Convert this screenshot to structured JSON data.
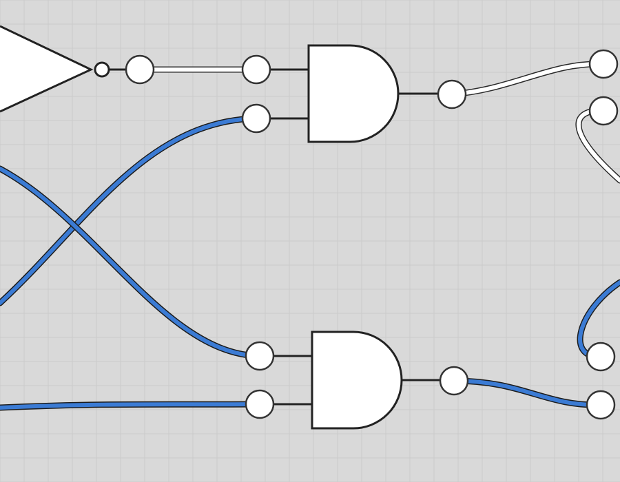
{
  "canvas": {
    "background": "#d9d9d9",
    "grid_color": "#cbcbcb"
  },
  "colors": {
    "wire_on": "#3b7bd4",
    "wire_off": "#ffffff",
    "outline": "#222222",
    "component_fill": "#ffffff"
  },
  "components": [
    {
      "id": "not-gate-1",
      "kind": "NOT",
      "label": ""
    },
    {
      "id": "and-gate-1",
      "kind": "AND",
      "label": ""
    },
    {
      "id": "and-gate-2",
      "kind": "AND",
      "label": ""
    }
  ],
  "wires": [
    {
      "id": "wire-not-to-and1-a",
      "state": "off"
    },
    {
      "id": "wire-and1-out",
      "state": "off"
    },
    {
      "id": "wire-loop-top-right",
      "state": "off"
    },
    {
      "id": "wire-cross-rising",
      "state": "on"
    },
    {
      "id": "wire-cross-falling",
      "state": "on"
    },
    {
      "id": "wire-input-to-and2-b",
      "state": "on"
    },
    {
      "id": "wire-and2-out",
      "state": "on"
    },
    {
      "id": "wire-loop-bottom-right",
      "state": "on"
    }
  ]
}
